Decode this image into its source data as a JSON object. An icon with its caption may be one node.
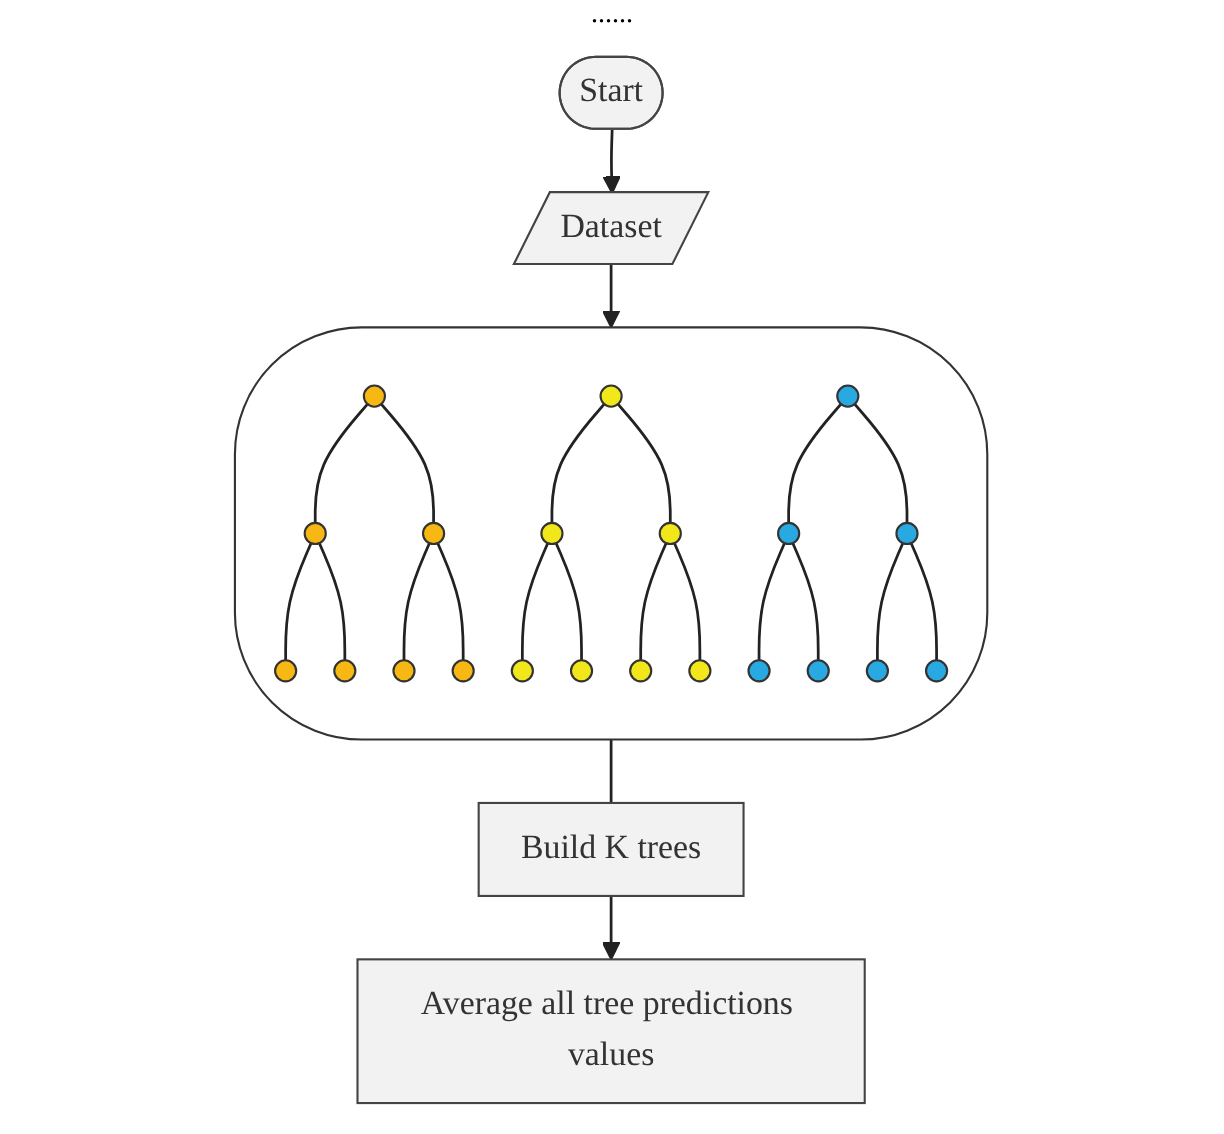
{
  "diagram": {
    "nodes": [
      {
        "text": [
          "Start"
        ]
      },
      {
        "text": [
          "Dataset"
        ]
      },
      {
        "text": [],
        "shape": "box"
      },
      {
        "text": [],
        "shape": "circle",
        "in": 2
      },
      {
        "text": [],
        "shape": "circle",
        "in": 2
      },
      {
        "text": [],
        "shape": "circle",
        "in": 2
      },
      {
        "text": [],
        "shape": "circle",
        "in": 2
      },
      {
        "text": [],
        "shape": "circle",
        "in": 2
      },
      {
        "text": [],
        "shape": "circle",
        "in": 2
      },
      {
        "text": [],
        "shape": "circle",
        "in": 2
      },
      {
        "text": [],
        "shape": "circle",
        "in": 2
      },
      {
        "text": [],
        "shape": "circle",
        "in": 2
      },
      {
        "text": [],
        "shape": "circle",
        "in": 2
      },
      {
        "text": [],
        "shape": "circle",
        "in": 2
      },
      {
        "text": [],
        "shape": "circle",
        "in": 2
      },
      {
        "text": [],
        "shape": "circle",
        "in": 2
      },
      {
        "text": [],
        "shape": "circle",
        "in": 2
      },
      {
        "text": [],
        "shape": "circle",
        "in": 2
      },
      {
        "text": [],
        "shape": "circle",
        "in": 2
      },
      {
        "text": [],
        "shape": "circle",
        "in": 2
      },
      {
        "text": [],
        "shape": "circle",
        "in": 2
      },
      {
        "text": [],
        "shape": "circle",
        "in": 2
      },
      {
        "text": [],
        "shape": "circle",
        "in": 2
      },
      {
        "text": [],
        "shape": "circle",
        "in": 2
      },
      {
        "text": [
          "Build K trees"
        ]
      },
      {
        "text": [
          "Average all tree predictions values"
        ]
      }
    ],
    "edges": [
      {
        "from": 0,
        "to": 1,
        "arrow": "to"
      },
      {
        "from": 1,
        "to": 2,
        "arrow": "to"
      },
      {
        "from": 3,
        "to": 4,
        "arrow": "none"
      },
      {
        "from": 3,
        "to": 5,
        "arrow": "none"
      },
      {
        "from": 4,
        "to": 6,
        "arrow": "none"
      },
      {
        "from": 4,
        "to": 7,
        "arrow": "none"
      },
      {
        "from": 5,
        "to": 8,
        "arrow": "none"
      },
      {
        "from": 5,
        "to": 9,
        "arrow": "none"
      },
      {
        "from": 10,
        "to": 11,
        "arrow": "none"
      },
      {
        "from": 10,
        "to": 12,
        "arrow": "none"
      },
      {
        "from": 11,
        "to": 13,
        "arrow": "none"
      },
      {
        "from": 11,
        "to": 14,
        "arrow": "none"
      },
      {
        "from": 12,
        "to": 15,
        "arrow": "none"
      },
      {
        "from": 12,
        "to": 16,
        "arrow": "none"
      },
      {
        "from": 17,
        "to": 18,
        "arrow": "none"
      },
      {
        "from": 17,
        "to": 19,
        "arrow": "none"
      },
      {
        "from": 18,
        "to": 20,
        "arrow": "none"
      },
      {
        "from": 18,
        "to": 21,
        "arrow": "none"
      },
      {
        "from": 19,
        "to": 22,
        "arrow": "none"
      },
      {
        "from": 19,
        "to": 23,
        "arrow": "none"
      },
      {
        "from": 2,
        "to": 24,
        "arrow": "none"
      },
      {
        "from": 24,
        "to": 25,
        "arrow": "to"
      }
    ],
    "labels": [
      "......"
    ]
  }
}
